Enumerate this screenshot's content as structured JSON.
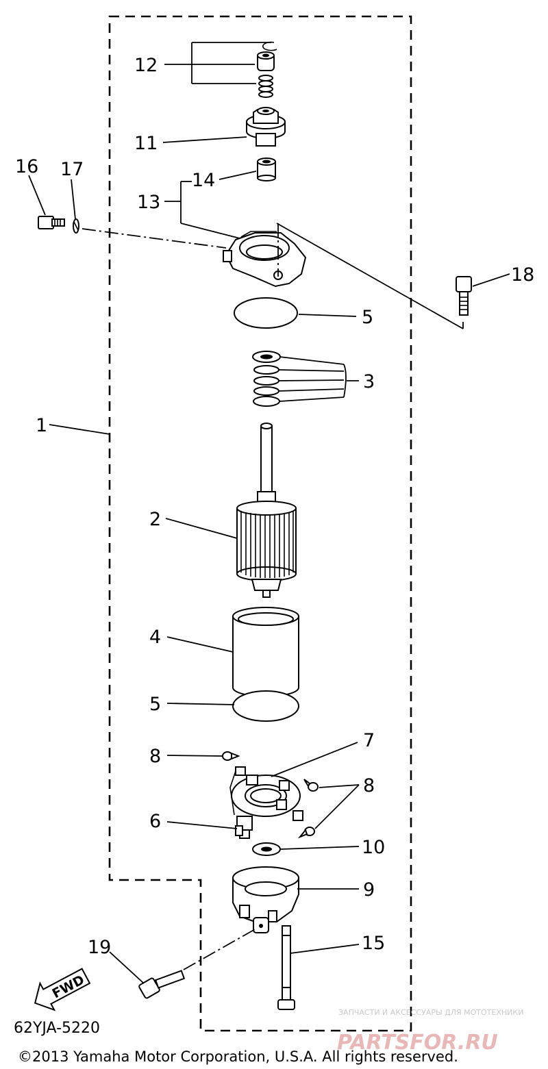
{
  "diagram": {
    "drawing_code": "62YJA-5220",
    "copyright": "©2013 Yamaha Motor Corporation, U.S.A. All rights reserved.",
    "direction_label": "FWD",
    "watermark": {
      "top_line": "ЗАПЧАСТИ И АКСЕССУАРЫ ДЛЯ МОТОТЕХНИКИ",
      "brand": "PARTSFOR.RU"
    },
    "callouts": {
      "c1": "1",
      "c2": "2",
      "c3": "3",
      "c4": "4",
      "c5a": "5",
      "c5b": "5",
      "c6": "6",
      "c7": "7",
      "c8a": "8",
      "c8b": "8",
      "c9": "9",
      "c10": "10",
      "c11": "11",
      "c12": "12",
      "c13": "13",
      "c14": "14",
      "c15": "15",
      "c16": "16",
      "c17": "17",
      "c18": "18",
      "c19": "19"
    }
  }
}
